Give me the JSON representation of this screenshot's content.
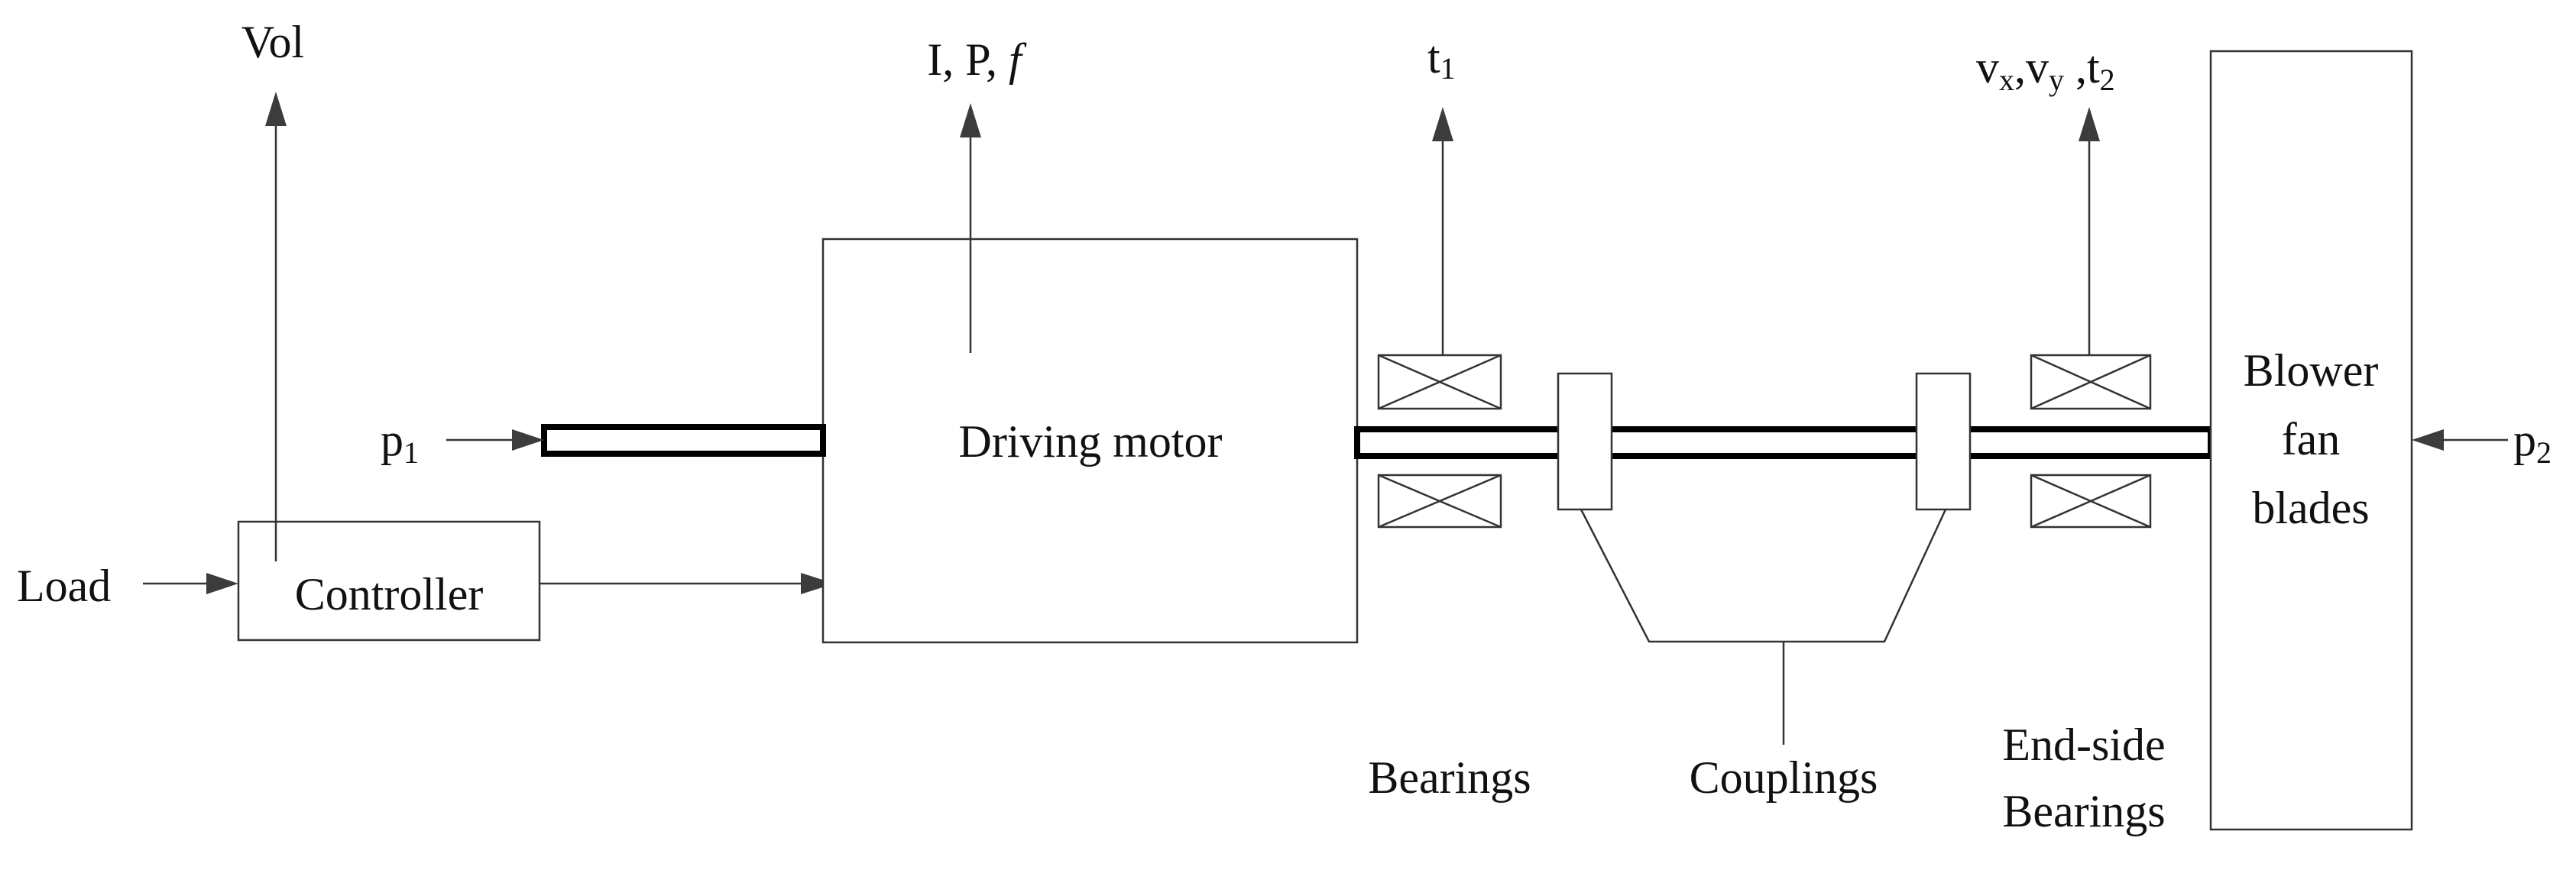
{
  "labels": {
    "vol": "Vol",
    "motor_outputs_prefix": "I, P, ",
    "motor_outputs_f": "f",
    "t1": "t",
    "t1_sub": "1",
    "vibration_vx": "v",
    "vibration_vx_sub": "x",
    "comma1": ",",
    "vibration_vy": "v",
    "vibration_vy_sub": "y",
    "comma2": " ,",
    "t2": "t",
    "t2_sub": "2",
    "p1": "p",
    "p1_sub": "1",
    "p2": "p",
    "p2_sub": "2",
    "load": "Load",
    "controller": "Controller",
    "driving_motor": "Driving motor",
    "blower_line1": "Blower",
    "blower_line2": "fan",
    "blower_line3": "blades",
    "bearings": "Bearings",
    "couplings": "Couplings",
    "end_side_line1": "End-side",
    "end_side_line2": "Bearings"
  }
}
